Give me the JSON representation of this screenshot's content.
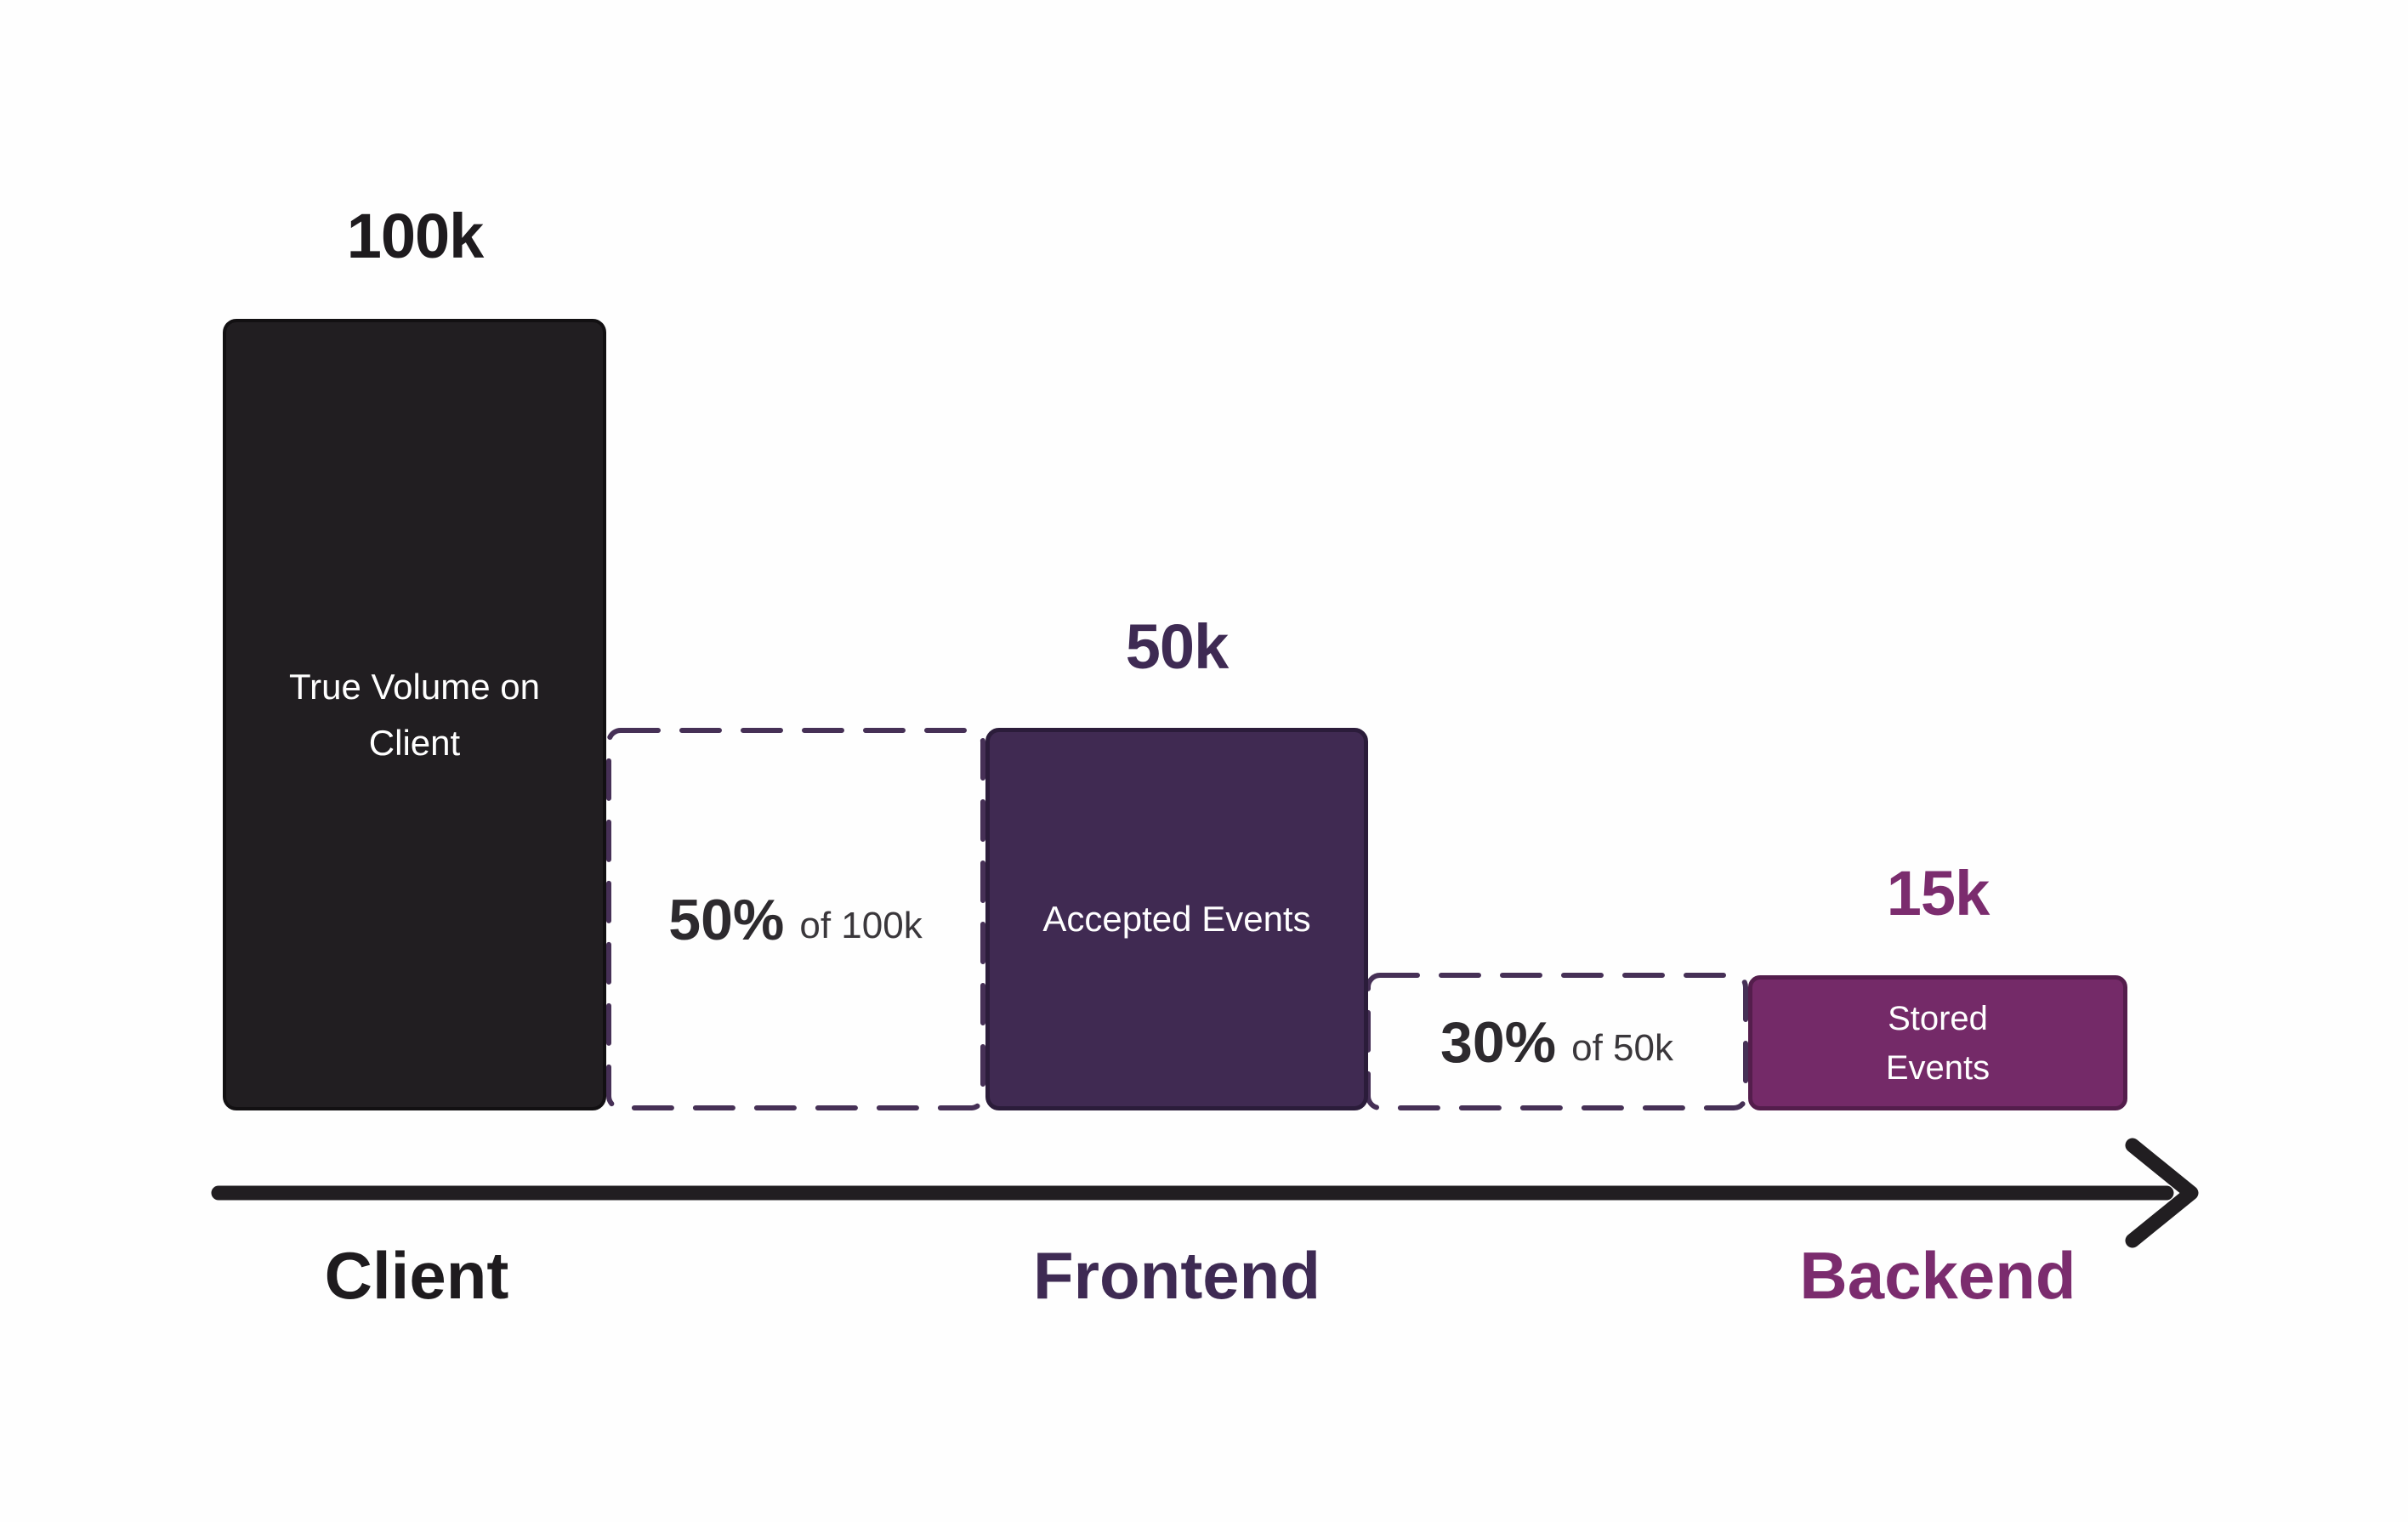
{
  "page": {
    "background": "#FEFEFE"
  },
  "funnel": {
    "stages": {
      "client": {
        "value_label": "100k",
        "bar_text": "True Volume on Client",
        "axis_label": "Client",
        "bar_color": "#211E21",
        "value_color": "#1E1B1E"
      },
      "frontend": {
        "value_label": "50k",
        "bar_text": "Accepted Events",
        "axis_label": "Frontend",
        "bar_color": "#402A52",
        "value_color": "#3E2A53"
      },
      "backend": {
        "value_label": "15k",
        "bar_text": "Stored Events",
        "axis_label": "Backend",
        "bar_color": "#742A68",
        "value_color": "#7B2C6E"
      }
    },
    "drops": {
      "client_to_frontend": {
        "pct": "50%",
        "of": "of 100k"
      },
      "frontend_to_backend": {
        "pct": "30%",
        "of": "of 50k"
      }
    },
    "arrow_color": "#211E21",
    "dashed_border_color": "#463056"
  },
  "chart_data": {
    "type": "bar",
    "subtype": "funnel",
    "title": "",
    "categories": [
      "Client",
      "Frontend",
      "Backend"
    ],
    "values": [
      100000,
      50000,
      15000
    ],
    "value_labels": [
      "100k",
      "50k",
      "15k"
    ],
    "bar_labels": [
      "True Volume on Client",
      "Accepted Events",
      "Stored Events"
    ],
    "bar_colors": [
      "#211E21",
      "#402A52",
      "#742A68"
    ],
    "category_label_colors": [
      "#1E1B1E",
      "#3E2A53",
      "#7B2C6E"
    ],
    "drop_annotations": [
      {
        "between": [
          "Client",
          "Frontend"
        ],
        "pct": "50%",
        "of_text": "of 100k",
        "style": "dashed-outline-box"
      },
      {
        "between": [
          "Frontend",
          "Backend"
        ],
        "pct": "30%",
        "of_text": "of 50k",
        "style": "dashed-outline-box"
      }
    ],
    "xlabel": "",
    "ylabel": "",
    "ylim": [
      0,
      100000
    ],
    "grid": false,
    "legend": false,
    "x_axis": {
      "style": "arrow",
      "direction": "right",
      "color": "#211E21"
    }
  }
}
